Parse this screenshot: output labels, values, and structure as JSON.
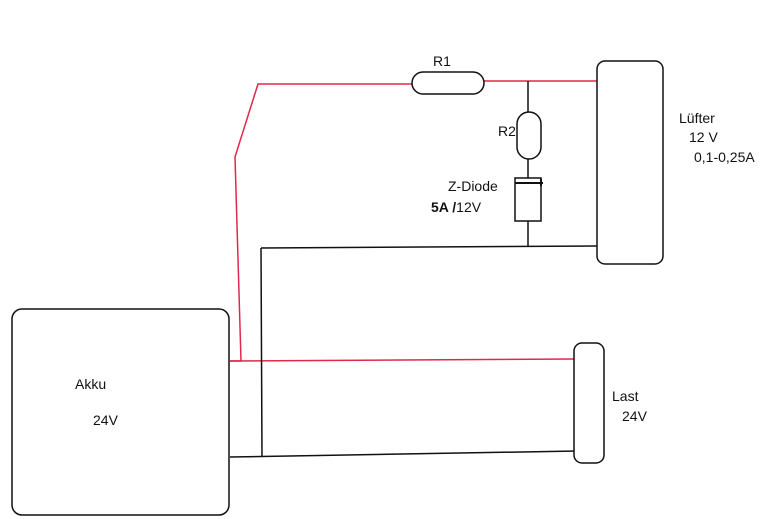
{
  "battery": {
    "name": "Akku",
    "voltage": "24V"
  },
  "fan": {
    "name": "Lüfter",
    "voltage": "12 V",
    "current": "0,1-0,25A"
  },
  "load": {
    "name": "Last",
    "voltage": "24V"
  },
  "resistor1": {
    "label": "R1"
  },
  "resistor2": {
    "label": "R2"
  },
  "zener": {
    "name": "Z-Diode",
    "rating_a": "5A ",
    "rating_sep": "/",
    "rating_v": "12V"
  },
  "colors": {
    "positive_wire": "#e0284a",
    "negative_wire": "#111111",
    "outline": "#111111"
  }
}
